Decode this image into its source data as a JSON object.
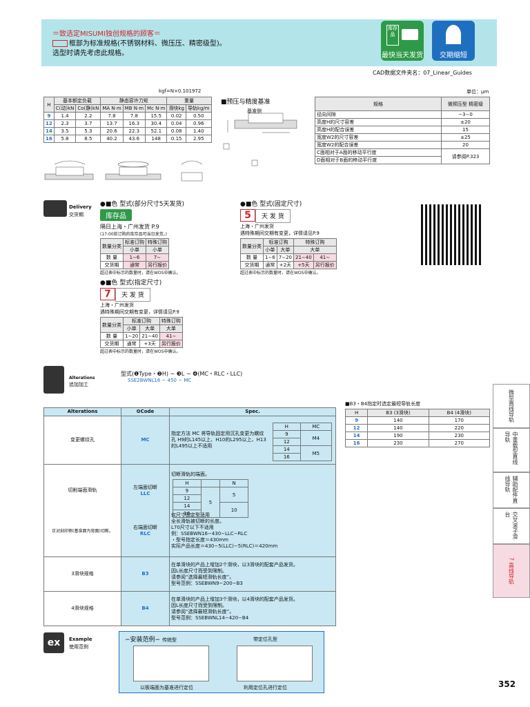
{
  "header": {
    "line1": "＝致选定MISUMI独创规格的顾客＝",
    "line2": "框部为标准规格(不锈钢材料、微压压、精密级型)。",
    "line3": "选型时请先考虑此规格。",
    "badge1": "最快当天发货",
    "badge1_icon": "库存品",
    "badge2": "交期缩短"
  },
  "cad": "CAD数据文件夹名：07_Linear_Guides",
  "unit": "单位：μm",
  "kgf": "kgf=N×0.101972",
  "load_table": {
    "headers": [
      "H",
      "C(动)kN",
      "Co(静)kN",
      "MA N·m",
      "MB N·m",
      "Mc N·m",
      "滑块kg",
      "导轨kg/m"
    ],
    "group1": "基本额定负载",
    "group2": "静态容许力矩",
    "group3": "重量",
    "rows": [
      [
        "9",
        "1.4",
        "2.2",
        "7.8",
        "7.8",
        "15.5",
        "0.02",
        "0.50"
      ],
      [
        "12",
        "2.3",
        "3.7",
        "13.7",
        "16.3",
        "30.4",
        "0.04",
        "0.96"
      ],
      [
        "14",
        "3.5",
        "5.3",
        "20.6",
        "22.3",
        "52.1",
        "0.08",
        "1.40"
      ],
      [
        "16",
        "5.8",
        "8.5",
        "40.2",
        "43.6",
        "148",
        "0.15",
        "2.95"
      ]
    ]
  },
  "preload_title": "■预压与精度基准",
  "preload_ref": "基准侧",
  "spec_table": {
    "h1": "规格",
    "h2": "微预压型 精密级",
    "rows": [
      [
        "径向间隙",
        "−3∼0"
      ],
      [
        "高度H的尺寸容差",
        "±20"
      ],
      [
        "高度H的配合误差",
        "15"
      ],
      [
        "宽度W2的尺寸容差",
        "±25"
      ],
      [
        "宽度W2的配合误差",
        "20"
      ],
      [
        "C面相对于A面的移动平行度",
        "请参阅P.323"
      ],
      [
        "D面相对于B面的移动平行度",
        ""
      ]
    ]
  },
  "delivery": {
    "label1": "Delivery",
    "label2": "交货期"
  },
  "d1": {
    "title": "●■色 型式(部分尺寸5天发货)",
    "stock": "库存品",
    "ship": "隔日上海・广州发货",
    "ref": "P.9",
    "note": "(17:00前订购的库存品可当日发货。)",
    "cat": "数量分类",
    "std": "标准订购",
    "spc": "特殊订购",
    "small": "小单",
    "qty": "数 量",
    "lead": "交货期",
    "r1": "1∼6",
    "r2": "7∼",
    "l1": "通常",
    "l2": "另行报价",
    "foot": "超过表中标示的数量时，请在WOS中确认。"
  },
  "d2": {
    "title": "●■色 型式(固定尺寸)",
    "day": "5",
    "daytxt": "天 发 货",
    "ship": "上海・广州发货",
    "note": "遇特殊期间交期有变更，详情请见",
    "ref": "P.9",
    "big": "大单",
    "q1": "1∼6",
    "q2": "7∼20",
    "q3": "21∼40",
    "q4": "41∼",
    "l1": "通常",
    "l2": "+2天",
    "l3": "+5天",
    "l4": "另行报价"
  },
  "d3": {
    "title": "●■色 型式(指定尺寸)",
    "day": "7",
    "q1": "1∼20",
    "q2": "21∼40",
    "q3": "41∼",
    "l1": "通常",
    "l2": "+3天",
    "l3": "另行报价"
  },
  "alterations": {
    "label1": "Alterations",
    "label2": "追加加工",
    "part": "型式(❶Type・❷H) − ❸L − ❹(MC・RLC・LLC)",
    "ex1": "SSE2BWNL16",
    "ex2": "450",
    "ex3": "MC"
  },
  "alt_table": {
    "h1": "Alterations",
    "h2": "❹Code",
    "h3": "Spec.",
    "r1": {
      "name": "变更螺纹孔",
      "code": "MC",
      "spec": "指定方法 MC 将导轨固定用沉孔变更为螺纹孔 H9的L145以上、H10的L295以上、H13的L495以上不适用"
    },
    "r2": {
      "name": "切削端面滑轨",
      "codeL": "左端面切断",
      "code1": "LLC",
      "codeR": "右端面切断",
      "code2": "RLC",
      "spec": "切断滑轨的端面。",
      "note": "正对刻印侧(基准面为背面)切断。",
      "s2": "仅尺寸固定型适用",
      "s3": "全长滑轨被切断的长度。",
      "s4": "L70尺寸以下不适用",
      "s5": "例：SSEBWN16−430−LLC−RLC",
      "s6": "・型号指定长度＝430mm",
      "s7": "实际产品长度＝430−5(LLC)−5(RLC)＝420mm"
    },
    "r3": {
      "name": "3滑块规格",
      "code": "B3",
      "spec": "在单滑块的产品上增加2个滑块，以3滑块的配套产品发货。",
      "s2": "因L长度尺寸而受到限制。",
      "s3": "请参阅“选择最短滑轨长度”。",
      "s4": "型号范例：SSEBWN9−200−B3"
    },
    "r4": {
      "name": "4滑块规格",
      "code": "B4",
      "spec": "在单滑块的产品上增加3个滑块，以4滑块的配套产品发货。",
      "s2": "因L长度尺寸而受到限制。",
      "s3": "请参阅“选择最短滑轨长度”。",
      "s4": "型号范例：SSEBWNL14−420−B4"
    }
  },
  "mc_table": {
    "h": "H",
    "m": "MC",
    "rows": [
      [
        "9",
        "M4"
      ],
      [
        "12",
        ""
      ],
      [
        "14",
        "M5"
      ],
      [
        "16",
        ""
      ]
    ]
  },
  "llc_table": {
    "h": "H",
    "n": "N",
    "rows": [
      [
        "9",
        "5"
      ],
      [
        "12",
        ""
      ],
      [
        "14",
        "10"
      ],
      [
        "16",
        ""
      ]
    ],
    "l": "5"
  },
  "b_table": {
    "title": "■B3・B4指定时选定最短导轨长度",
    "h": "H",
    "b3": "B3 (3滑块)",
    "b4": "B4 (4滑块)",
    "rows": [
      [
        "9",
        "140",
        "170"
      ],
      [
        "12",
        "140",
        "220"
      ],
      [
        "14",
        "190",
        "230"
      ],
      [
        "16",
        "230",
        "270"
      ]
    ]
  },
  "example": {
    "label1": "Example",
    "label2": "使用范例",
    "title": "−安装范例−",
    "t1": "传统型",
    "t2": "带定位孔型",
    "c1": "以板端面为基准进行定位",
    "c2": "利用定位孔进行定位"
  },
  "side": [
    "微型直线导轨",
    "中重载型直线导轨",
    "辅助配件直线导轨",
    "交叉滚子滑台",
    "7 直线导轨"
  ],
  "page": "352"
}
